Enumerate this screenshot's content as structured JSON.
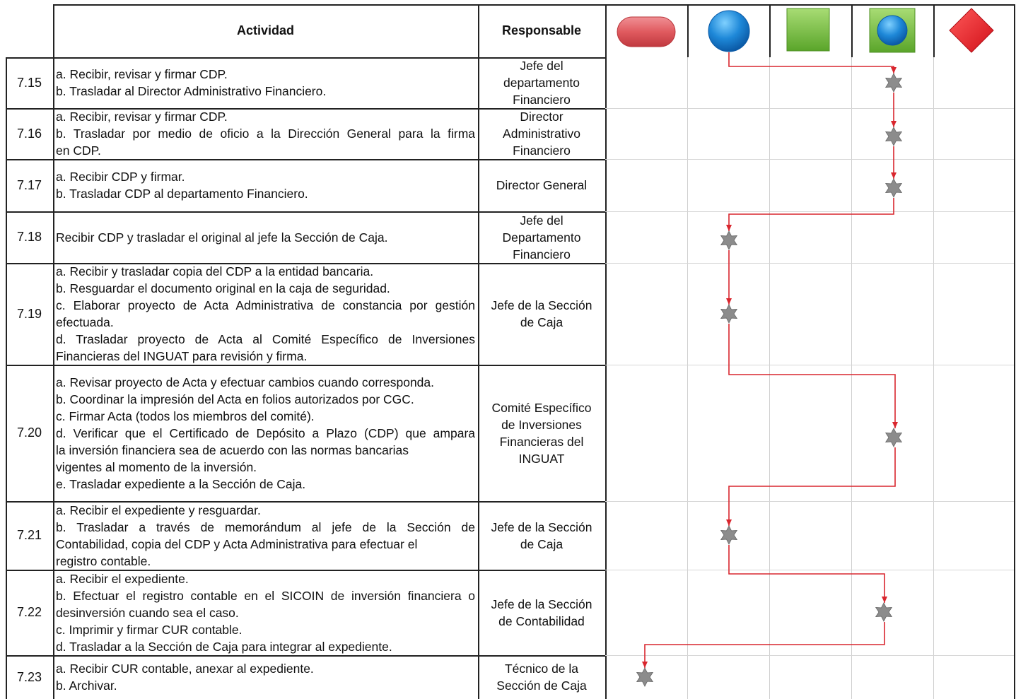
{
  "header": {
    "actividad": "Actividad",
    "responsable": "Responsable",
    "symbols": [
      {
        "name": "terminal-symbol",
        "color": "#e05a5f"
      },
      {
        "name": "process-circle-symbol",
        "color": "#1e88d8"
      },
      {
        "name": "document-square-symbol",
        "color": "#7cc242"
      },
      {
        "name": "subprocess-symbol",
        "color": "#7cc242"
      },
      {
        "name": "decision-diamond-symbol",
        "color": "#e8222a"
      }
    ]
  },
  "rows": [
    {
      "num": "7.15",
      "lines": [
        "a. Recibir, revisar y firmar CDP.",
        "b. Trasladar al Director Administrativo Financiero."
      ],
      "resp": [
        "Jefe del",
        "departamento",
        "Financiero"
      ],
      "lane": 4
    },
    {
      "num": "7.16",
      "lines": [
        "a. Recibir, revisar y firmar CDP.",
        "b. Trasladar por medio de oficio a la Dirección General para la firma",
        "en CDP."
      ],
      "resp": [
        "Director",
        "Administrativo",
        "Financiero"
      ],
      "lane": 4
    },
    {
      "num": "7.17",
      "lines": [
        "a. Recibir CDP y firmar.",
        "b. Trasladar CDP al departamento Financiero."
      ],
      "resp": [
        "Director General"
      ],
      "lane": 4
    },
    {
      "num": "7.18",
      "lines": [
        "Recibir CDP y trasladar el original al jefe la Sección de Caja."
      ],
      "resp": [
        "Jefe del",
        "Departamento",
        "Financiero"
      ],
      "lane": 2
    },
    {
      "num": "7.19",
      "lines": [
        "a. Recibir y trasladar copia del CDP a la entidad bancaria.",
        "b. Resguardar el documento original en la caja de seguridad.",
        "c. Elaborar proyecto de Acta Administrativa de constancia por gestión",
        "efectuada.",
        "d. Trasladar proyecto de Acta al Comité Específico de Inversiones",
        "Financieras del INGUAT para revisión y firma."
      ],
      "resp": [
        "Jefe de la Sección",
        "de Caja"
      ],
      "lane": 2
    },
    {
      "num": "7.20",
      "lines": [
        "a. Revisar proyecto de Acta y efectuar cambios cuando corresponda.",
        "b. Coordinar la impresión del Acta en folios autorizados por CGC.",
        "c. Firmar Acta (todos los miembros del comité).",
        "d. Verificar que el Certificado de Depósito a Plazo (CDP) que ampara",
        "la inversión financiera sea de acuerdo con las normas bancarias",
        "vigentes al momento de la inversión.",
        "e. Trasladar expediente a la Sección de Caja."
      ],
      "resp": [
        "Comité Específico",
        "de Inversiones",
        "Financieras del",
        "INGUAT"
      ],
      "lane": 4
    },
    {
      "num": "7.21",
      "lines": [
        "a. Recibir el expediente y resguardar.",
        "b. Trasladar a través de memorándum al jefe de la Sección de",
        "Contabilidad, copia del CDP y Acta Administrativa para efectuar el",
        "registro contable."
      ],
      "resp": [
        "Jefe de la Sección",
        "de Caja"
      ],
      "lane": 2
    },
    {
      "num": "7.22",
      "lines": [
        "a. Recibir el expediente.",
        "b. Efectuar el registro contable en el SICOIN de inversión financiera o",
        "desinversión cuando sea el caso.",
        "c. Imprimir y firmar CUR contable.",
        "d. Trasladar a la Sección de Caja para integrar al expediente."
      ],
      "resp": [
        "Jefe de la Sección",
        "de Contabilidad"
      ],
      "lane": 4
    },
    {
      "num": "7.23",
      "lines": [
        "a. Recibir CUR contable, anexar al expediente.",
        "b. Archivar."
      ],
      "resp": [
        "Técnico de la",
        "Sección de Caja"
      ],
      "lane": 1
    }
  ],
  "flow": {
    "line_color": "#d9262e",
    "star_color": "#8c8c8c"
  }
}
